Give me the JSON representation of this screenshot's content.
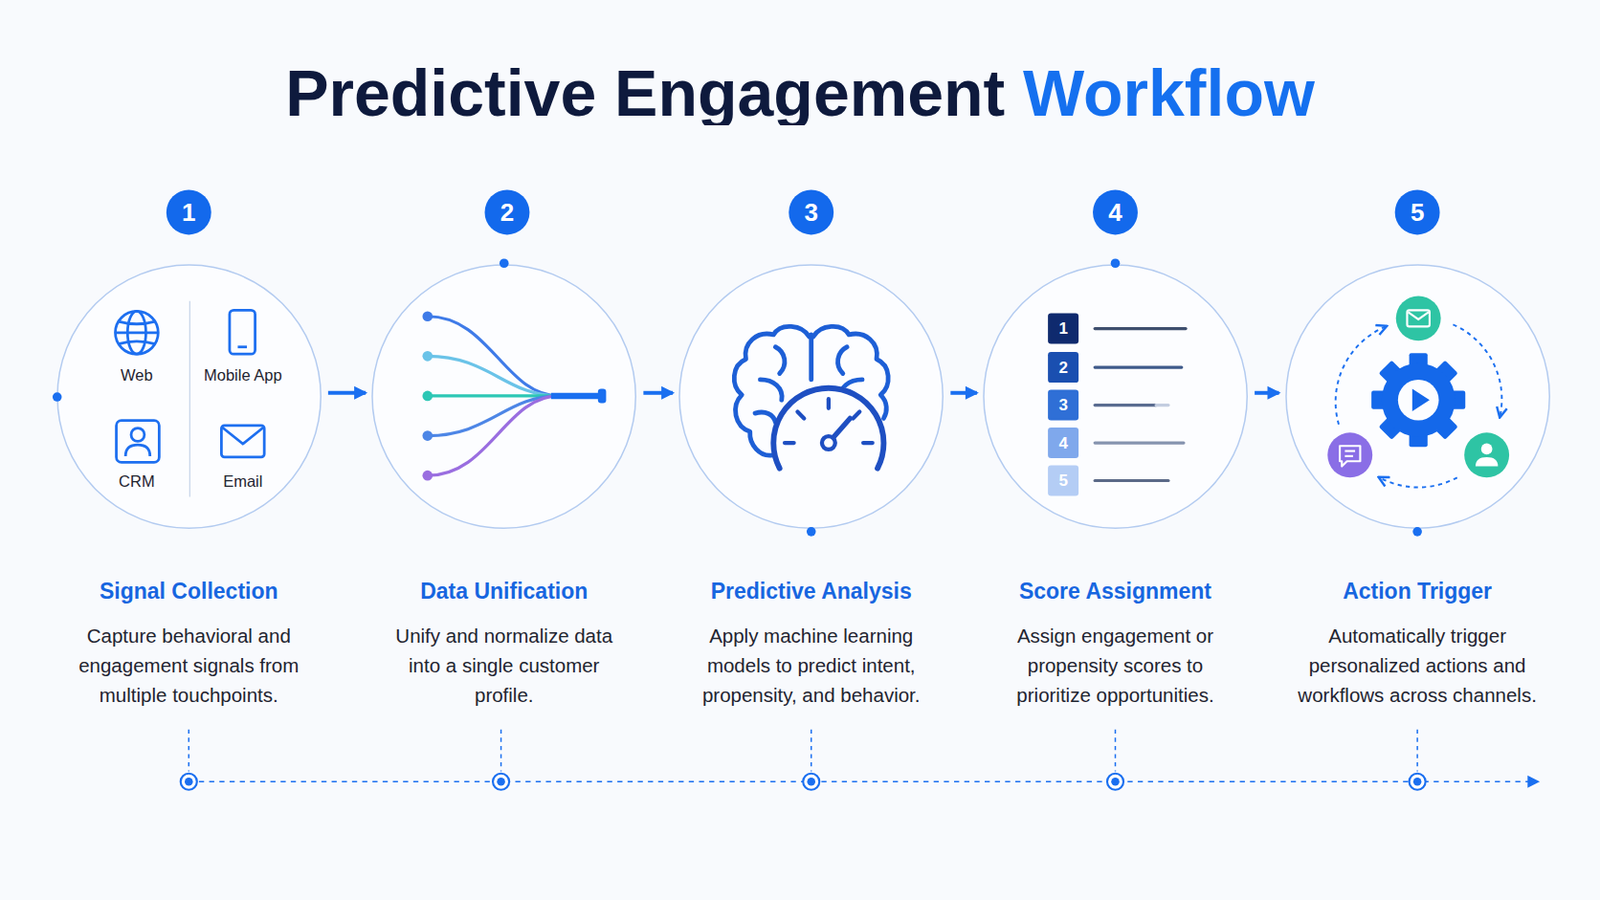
{
  "diagram": {
    "title": "Predictive Engagement Workflow",
    "nodes": [
      {
        "text": [
          "Signal Collection",
          "Capture behavioral and engagement signals from multiple touchpoints."
        ]
      },
      {
        "text": [
          "Data Unification",
          "Unify and normalize data into a single customer profile."
        ]
      },
      {
        "text": [
          "Predictive Analysis",
          "Apply machine learning models to predict intent, propensity, and behavior."
        ]
      },
      {
        "text": [
          "Score Assignment",
          "Assign engagement or propensity scores to prioritize opportunities."
        ]
      },
      {
        "text": [
          "Action Trigger",
          "Automatically trigger personalized actions and workflows across channels."
        ]
      }
    ],
    "edges": [
      {
        "from": 0,
        "to": 1,
        "arrow": "to"
      },
      {
        "from": 1,
        "to": 2,
        "arrow": "to"
      },
      {
        "from": 2,
        "to": 3,
        "arrow": "to"
      },
      {
        "from": 3,
        "to": 4,
        "arrow": "to"
      }
    ],
    "labels": [
      "1",
      "2",
      "3",
      "4",
      "5",
      "Web",
      "Mobile App",
      "CRM",
      "Email",
      "1",
      "2",
      "3",
      "4",
      "5"
    ]
  }
}
